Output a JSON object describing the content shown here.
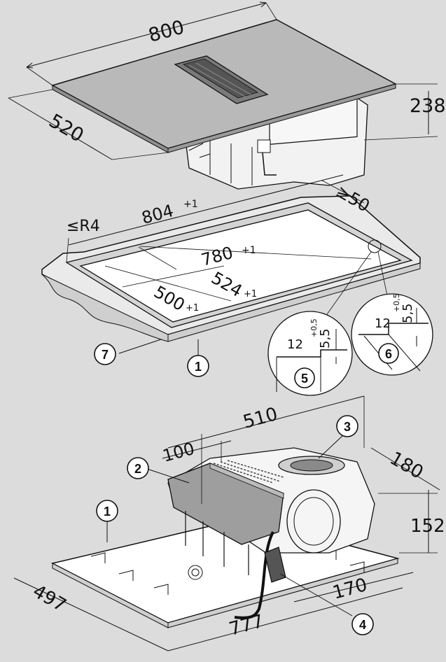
{
  "dimensions": {
    "top_width": "800",
    "top_depth": "520",
    "top_height": "238",
    "gap": "≥50",
    "radius": "≤R4",
    "cutout_outer": "804",
    "cutout_outer_tol": "+1",
    "cutout_inner": "780",
    "cutout_inner_tol": "+1",
    "cutout_depth_outer": "524",
    "cutout_depth_outer_tol": "+1",
    "cutout_depth_inner": "500",
    "cutout_depth_inner_tol": "+1",
    "rebate_width": "12",
    "rebate_depth": "5,5",
    "rebate_depth_tol": "+0,5",
    "unit_width": "510",
    "offset_100": "100",
    "depth_180": "180",
    "height_152": "152",
    "width_170": "170",
    "depth_497": "497",
    "width_777": "777"
  },
  "callouts": [
    "1",
    "2",
    "3",
    "4",
    "5",
    "6",
    "7"
  ],
  "colors": {
    "background": "#dcdcdc",
    "cooktop": "#b9b9b9",
    "line": "#111111",
    "cutout": "#ffffff",
    "box": "#9e9e9e"
  }
}
